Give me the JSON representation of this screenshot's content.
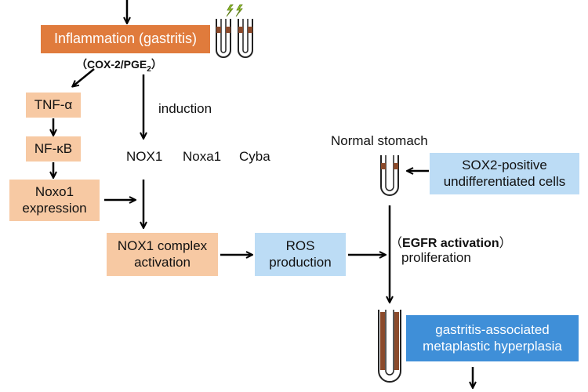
{
  "colors": {
    "inflammation_box": "#e07b3c",
    "peach_box": "#f7c9a3",
    "light_blue_box": "#bcdcf5",
    "blue_box": "#3f8fd8",
    "gland_brown": "#8b4a2b",
    "lightning": "#9acd32"
  },
  "nodes": {
    "inflammation": "Inflammation (gastritis)",
    "cox2_prefix": "（",
    "cox2_main": "COX-2/PGE",
    "cox2_sub": "2",
    "cox2_suffix": "）",
    "tnf": "TNF-α",
    "nfkb": "NF-κB",
    "noxo1_line1": "Noxo1",
    "noxo1_line2": "expression",
    "induction": "induction",
    "nox1": "NOX1",
    "noxa1": "Noxa1",
    "cyba": "Cyba",
    "nox1_complex_line1": "NOX1 complex",
    "nox1_complex_line2": "activation",
    "ros_line1": "ROS",
    "ros_line2": "production",
    "normal_stomach": "Normal stomach",
    "sox2_line1": "SOX2-positive",
    "sox2_line2": "undifferentiated cells",
    "egfr_prefix": "（",
    "egfr_main": "EGFR activation",
    "egfr_suffix": "）",
    "proliferation": "proliferation",
    "hyperplasia_line1": "gastritis-associated",
    "hyperplasia_line2": "metaplastic hyperplasia"
  }
}
